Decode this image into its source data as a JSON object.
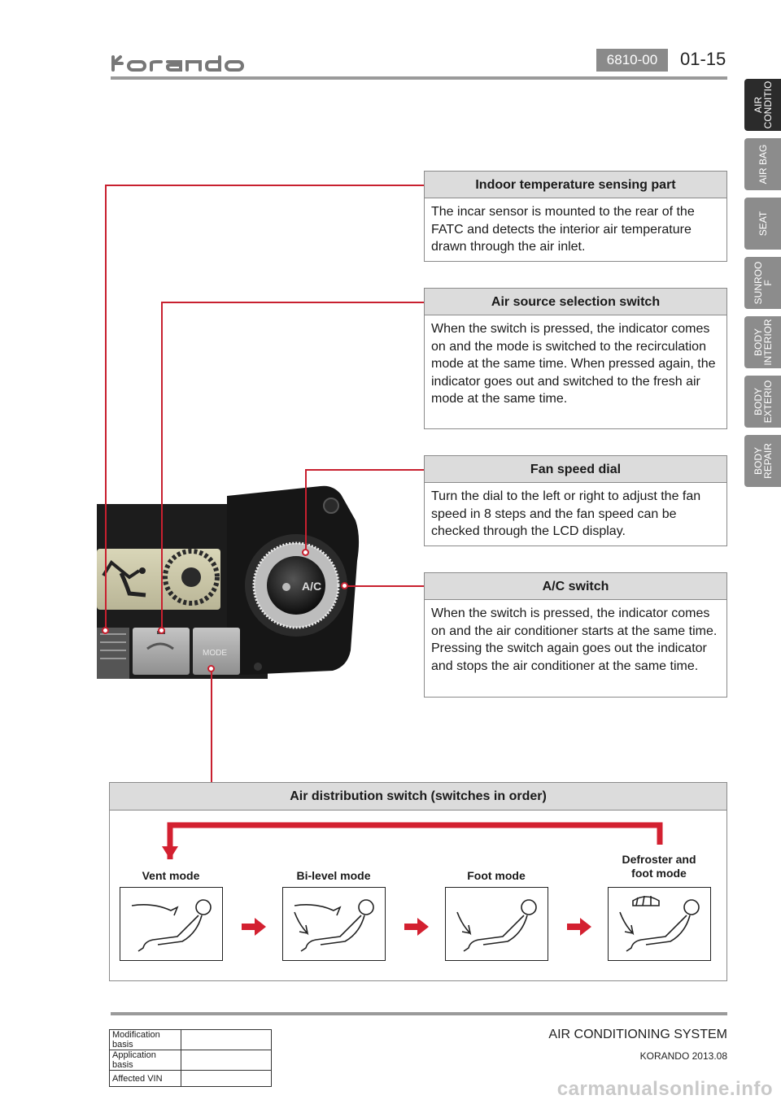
{
  "header": {
    "logo_text": "korando",
    "code": "6810-00",
    "page_number": "01-15"
  },
  "side_tabs": [
    {
      "label": "AIR\nCONDITIO",
      "active": true
    },
    {
      "label": "AIR BAG",
      "active": false
    },
    {
      "label": "SEAT",
      "active": false
    },
    {
      "label": "SUNROO\nF",
      "active": false
    },
    {
      "label": "BODY\nINTERIOR",
      "active": false
    },
    {
      "label": "BODY\nEXTERIO",
      "active": false
    },
    {
      "label": "BODY\nREPAIR",
      "active": false
    }
  ],
  "callouts": {
    "indoor_temp": {
      "title": "Indoor temperature sensing part",
      "body": "The incar sensor is mounted to the rear of the FATC and detects the interior air temperature drawn through the air inlet."
    },
    "air_source": {
      "title": "Air source selection switch",
      "body": "When the switch is pressed, the indicator comes on and the mode is switched to the recirculation mode at the same time. When pressed again, the indicator goes out and switched to the fresh air mode at the same time."
    },
    "fan_speed": {
      "title": "Fan speed dial",
      "body": "Turn the dial to the left or right to adjust the fan speed in 8 steps and the fan speed can be checked through the LCD display."
    },
    "ac_switch": {
      "title": "A/C switch",
      "body": "When the switch is pressed, the indicator comes on and the air conditioner starts at the same time. Pressing the switch again goes out the indicator and stops the air conditioner at the same time."
    }
  },
  "panel": {
    "ac_label": "A/C",
    "mode_label": "MODE"
  },
  "distribution": {
    "title": "Air distribution switch (switches in order)",
    "modes": [
      {
        "label": "Vent mode"
      },
      {
        "label": "Bi-level mode"
      },
      {
        "label": "Foot mode"
      },
      {
        "label": "Defroster and\nfoot mode"
      }
    ]
  },
  "footer": {
    "rows": [
      {
        "label": "Modification basis",
        "value": ""
      },
      {
        "label": "Application basis",
        "value": ""
      },
      {
        "label": "Affected VIN",
        "value": ""
      }
    ],
    "section_title": "AIR CONDITIONING SYSTEM",
    "model": "KORANDO 2013.08",
    "watermark": "carmanualsonline.info"
  },
  "colors": {
    "accent_red": "#c8202f",
    "title_fill": "#dcdcdc",
    "tab_gray": "#8c8c8c",
    "tab_active": "#2b2b2b"
  }
}
